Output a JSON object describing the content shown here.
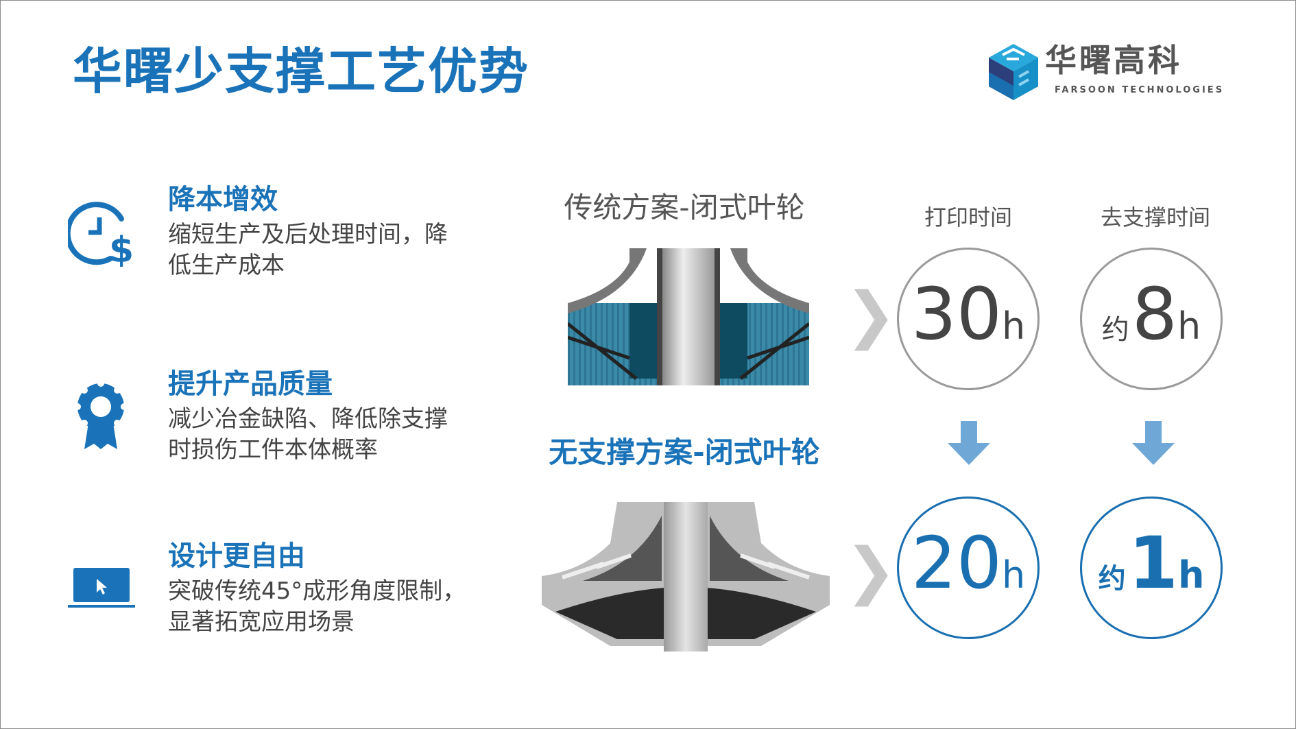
{
  "title": "华曙少支撑工艺优势",
  "logo": {
    "cn": "华曙高科",
    "en": "FARSOON TECHNOLOGIES"
  },
  "features": [
    {
      "icon": "clock-dollar-icon",
      "heading": "降本增效",
      "lines": [
        "缩短生产及后处理时间，降",
        "低生产成本"
      ]
    },
    {
      "icon": "award-badge-icon",
      "heading": "提升产品质量",
      "lines": [
        "减少冶金缺陷、降低除支撑",
        "时损伤工件本体概率"
      ]
    },
    {
      "icon": "laptop-cursor-icon",
      "heading": "设计更自由",
      "lines": [
        "突破传统45°成形角度限制，",
        "显著拓宽应用场景"
      ]
    }
  ],
  "comparison": {
    "traditional_label": "传统方案-闭式叶轮",
    "supportless_label": "无支撑方案-闭式叶轮",
    "col_print": "打印时间",
    "col_remove": "去支撑时间",
    "traditional": {
      "print": {
        "prefix": "",
        "value": "30",
        "unit": "h"
      },
      "remove": {
        "prefix": "约",
        "value": "8",
        "unit": "h"
      }
    },
    "supportless": {
      "print": {
        "prefix": "",
        "value": "20",
        "unit": "h"
      },
      "remove": {
        "prefix": "约",
        "value": "1",
        "unit": "h"
      }
    }
  },
  "colors": {
    "accent": "#1a73b8",
    "arrow": "#6fa8d6",
    "gray": "#9a9a9a"
  }
}
